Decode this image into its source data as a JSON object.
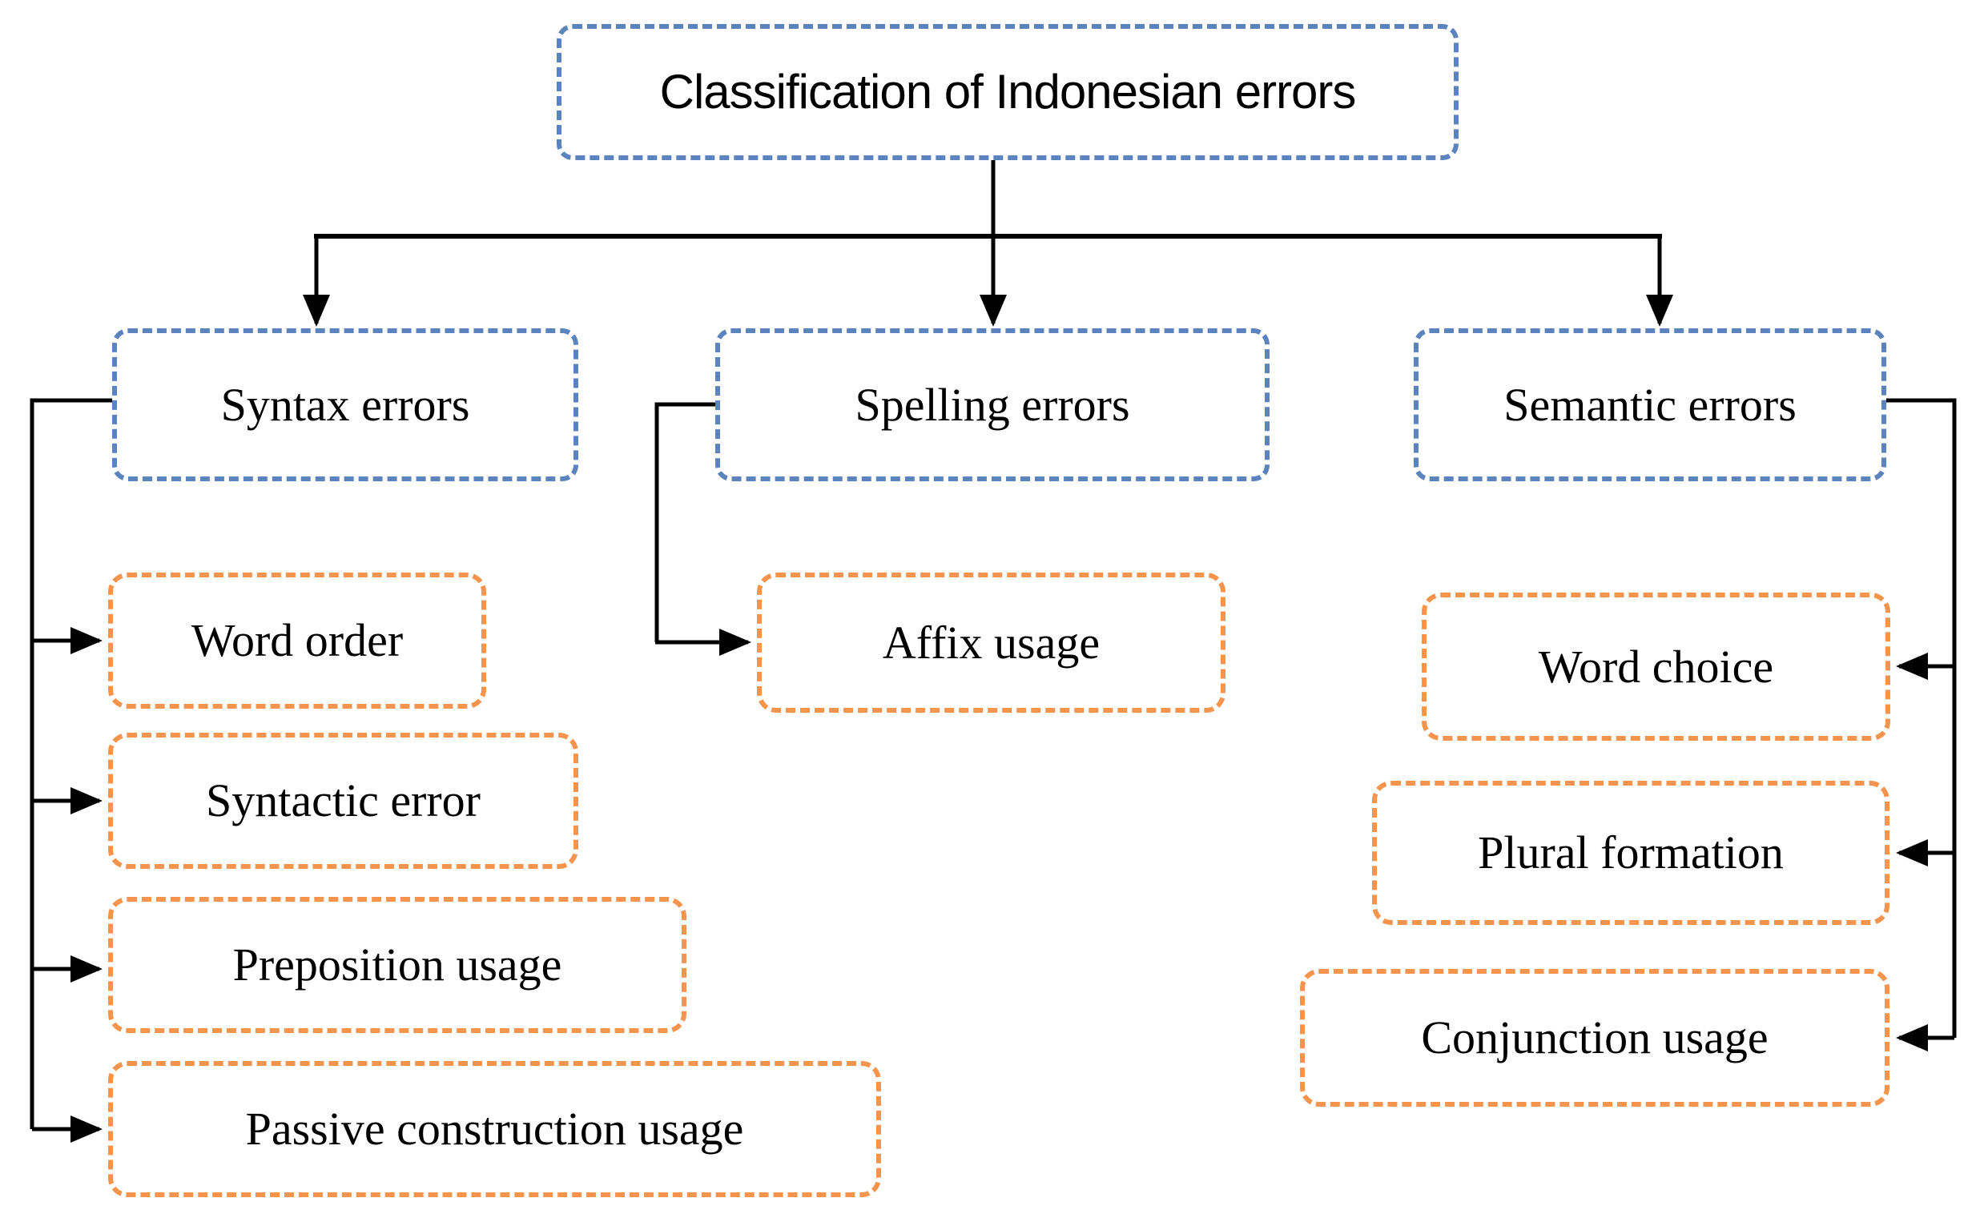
{
  "diagram": {
    "root": {
      "label": "Classification of Indonesian errors"
    },
    "branches": [
      {
        "label": "Syntax errors",
        "children": [
          {
            "label": "Word order"
          },
          {
            "label": "Syntactic error"
          },
          {
            "label": "Preposition usage"
          },
          {
            "label": "Passive construction usage"
          }
        ]
      },
      {
        "label": "Spelling errors",
        "children": [
          {
            "label": "Affix usage"
          }
        ]
      },
      {
        "label": "Semantic errors",
        "children": [
          {
            "label": "Word choice"
          },
          {
            "label": "Plural formation"
          },
          {
            "label": "Conjunction usage"
          }
        ]
      }
    ],
    "colors": {
      "category_border": "#5b83bd",
      "leaf_border": "#f5954d",
      "connector": "#000000",
      "text": "#000000",
      "background": "#ffffff"
    }
  }
}
